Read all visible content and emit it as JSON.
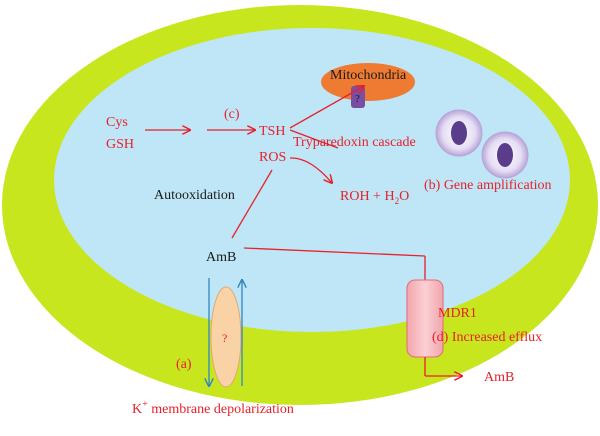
{
  "labels": {
    "mitochondria": "Mitochondria",
    "mito_question": "?",
    "cys": "Cys",
    "gsh": "GSH",
    "c": "(c)",
    "tsh": "TSH",
    "tryparedoxin": "Tryparedoxin cascade",
    "ros": "ROS",
    "rohh2o": "ROH + H",
    "rohh2o_sub": "2",
    "rohh2o_end": "O",
    "gene_amp": "(b) Gene amplification",
    "autooxidation": "Autooxidation",
    "amb_inside": "AmB",
    "channel_question": "?",
    "a": "(a)",
    "k_text_k": "K",
    "k_text_plus": "+",
    "k_text_rest": " membrane depolarization",
    "mdr1": "MDR1",
    "efflux": "(d) Increased efflux",
    "amb_outside": "AmB"
  },
  "colors": {
    "outer_cell": "#c8e61e",
    "inner_cell": "#bfe6f7",
    "arrow_red": "#e8202a",
    "mito": "#ef7b32",
    "mito_channel": "#7a4ea3",
    "channel_fill": "#f9d2a6",
    "mdr1_fill": "#f7b6bd",
    "nucleus_fill": "#5a3d8a",
    "nucleus_outer": "#e4dcf2",
    "membrane_arrow": "#2f86c6"
  }
}
